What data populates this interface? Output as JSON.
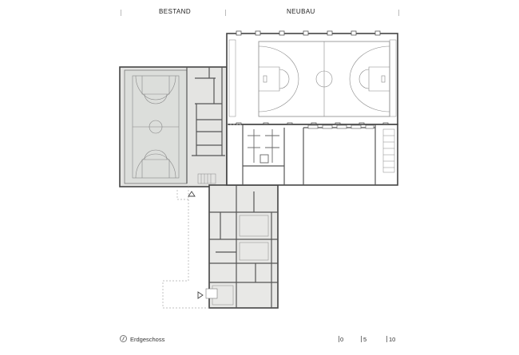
{
  "header": {
    "left_label": "BESTAND",
    "right_label": "NEUBAU"
  },
  "footer": {
    "caption": "Erdgeschoss",
    "scale": [
      "0",
      "5",
      "10"
    ]
  },
  "colors": {
    "existing_fill": "#e4e4e2",
    "court_fill": "#dcdedb",
    "wall": "#444444",
    "line": "#888888",
    "dashed": "#aaaaaa"
  },
  "icons": [
    "north-arrow-icon",
    "entrance-arrow-icon"
  ]
}
